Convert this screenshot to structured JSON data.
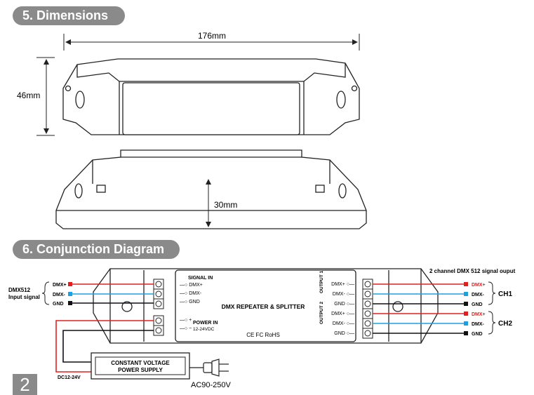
{
  "sections": {
    "dimensions_title": "5. Dimensions",
    "conjunction_title": "6. Conjunction Diagram"
  },
  "dimensions": {
    "length": "176mm",
    "height_front": "46mm",
    "height_side": "30mm"
  },
  "conjunction": {
    "input_title_1": "DMX512",
    "input_title_2": "Input signal",
    "input_terminals": [
      "DMX+",
      "DMX-",
      "GND"
    ],
    "signal_in": "SIGNAL IN",
    "signal_in_terminals": [
      "DMX+",
      "DMX-",
      "GND"
    ],
    "power_in_label": "POWER IN",
    "power_in_voltage": "12-24VDC",
    "device_name": "DMX REPEATER & SPLITTER",
    "certs": "CE FC RoHS",
    "output1": "OUTPUT 1",
    "output2": "OUTPUT 2",
    "output_terminals": [
      "DMX+",
      "DMX-",
      "GND",
      "DMX+",
      "DMX-",
      "GND"
    ],
    "output_header": "2 channel DMX 512 signal ouput",
    "right_terminals": [
      "DMX+",
      "DMX-",
      "GND",
      "DMX+",
      "DMX-",
      "GND"
    ],
    "ch1": "CH1",
    "ch2": "CH2",
    "psu_line1": "CONSTANT VOLTAGE",
    "psu_line2": "POWER SUPPLY",
    "dc_label": "DC12-24V",
    "ac_label": "AC90-250V",
    "wire_colors": {
      "plus": "#e02020",
      "minus": "#1ea0e0",
      "gnd": "#111111"
    }
  },
  "page_number": "2"
}
